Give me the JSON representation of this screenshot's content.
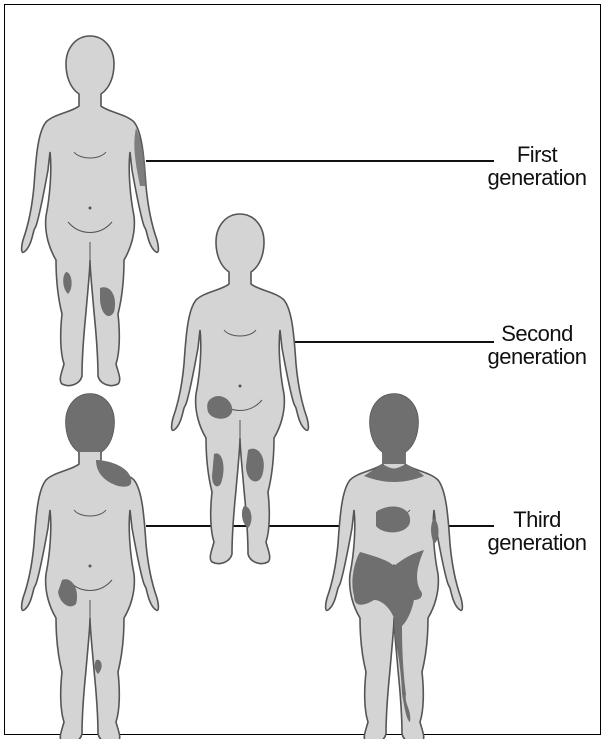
{
  "labels": {
    "first": {
      "line1": "First",
      "line2": "generation"
    },
    "second": {
      "line1": "Second",
      "line2": "generation"
    },
    "third": {
      "line1": "Third",
      "line2": "generation"
    }
  },
  "colors": {
    "skin": "#d4d4d4",
    "outline": "#555555",
    "affected": "#6f6f6f",
    "line": "#111111"
  }
}
